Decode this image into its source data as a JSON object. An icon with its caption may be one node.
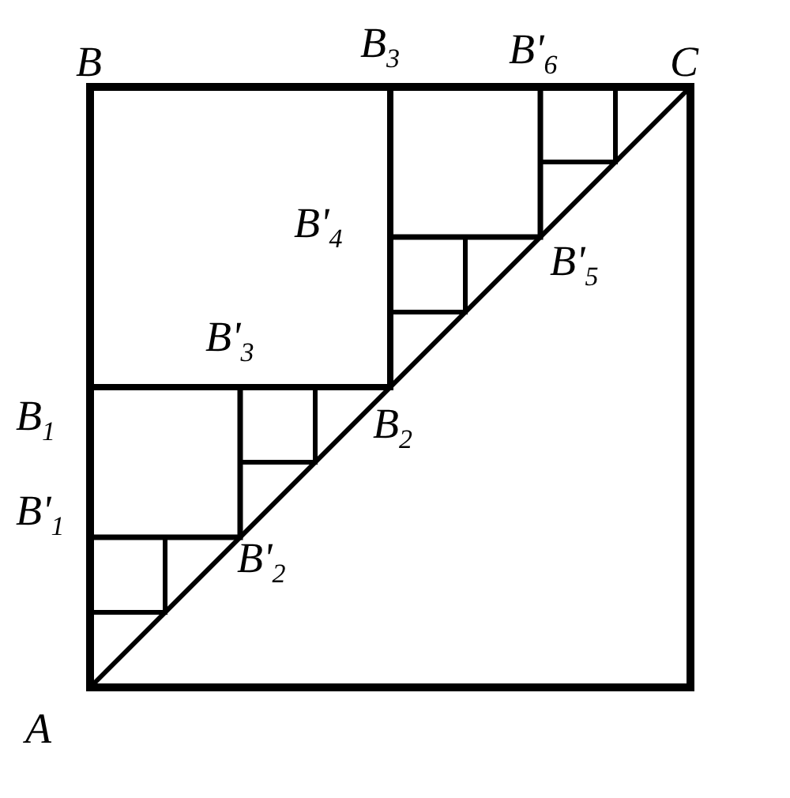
{
  "diagram": {
    "labels": [
      "B",
      "B$_{3}$",
      "B'$_{6}$",
      "C",
      "B'$_{4}$",
      "B'$_{5}$",
      "B'$_{3}$",
      "B$_{1}$",
      "B$_{2}$",
      "B'$_{1}$",
      "B'$_{2}$",
      "A"
    ]
  }
}
